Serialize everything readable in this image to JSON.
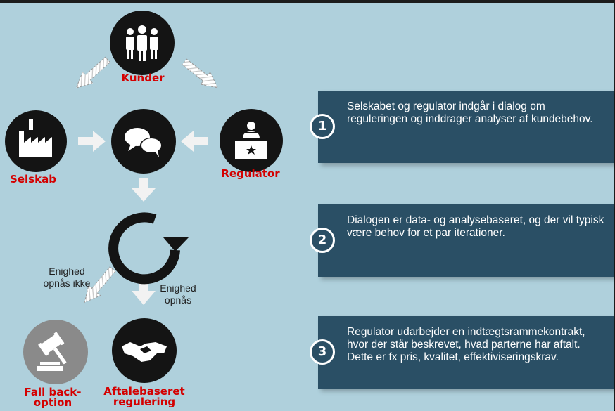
{
  "nodes": {
    "kunder": "Kunder",
    "selskab": "Selskab",
    "regulator": "Regulator",
    "fallback": "Fall back-\noption",
    "aftale": "Aftalebaseret\nregulering"
  },
  "notes": {
    "no_agreement": "Enighed\nopnås ikke",
    "agreement": "Enighed\nopnås"
  },
  "steps": [
    {
      "number": "1",
      "text": "Selskabet og regulator indgår i dialog om reguleringen og inddrager analyser af kundebehov."
    },
    {
      "number": "2",
      "text": "Dialogen er data- og analysebaseret, og der vil typisk være behov for et par iterationer."
    },
    {
      "number": "3",
      "text": "Regulator udarbejder en indtægtsrammekontrakt, hvor der står beskrevet, hvad parterne har aftalt. Dette er fx pris, kvalitet, effektiviseringskrav."
    }
  ],
  "colors": {
    "background": "#afd0dc",
    "node": "#141414",
    "label": "#d40000",
    "step_box": "#2a4f65"
  }
}
